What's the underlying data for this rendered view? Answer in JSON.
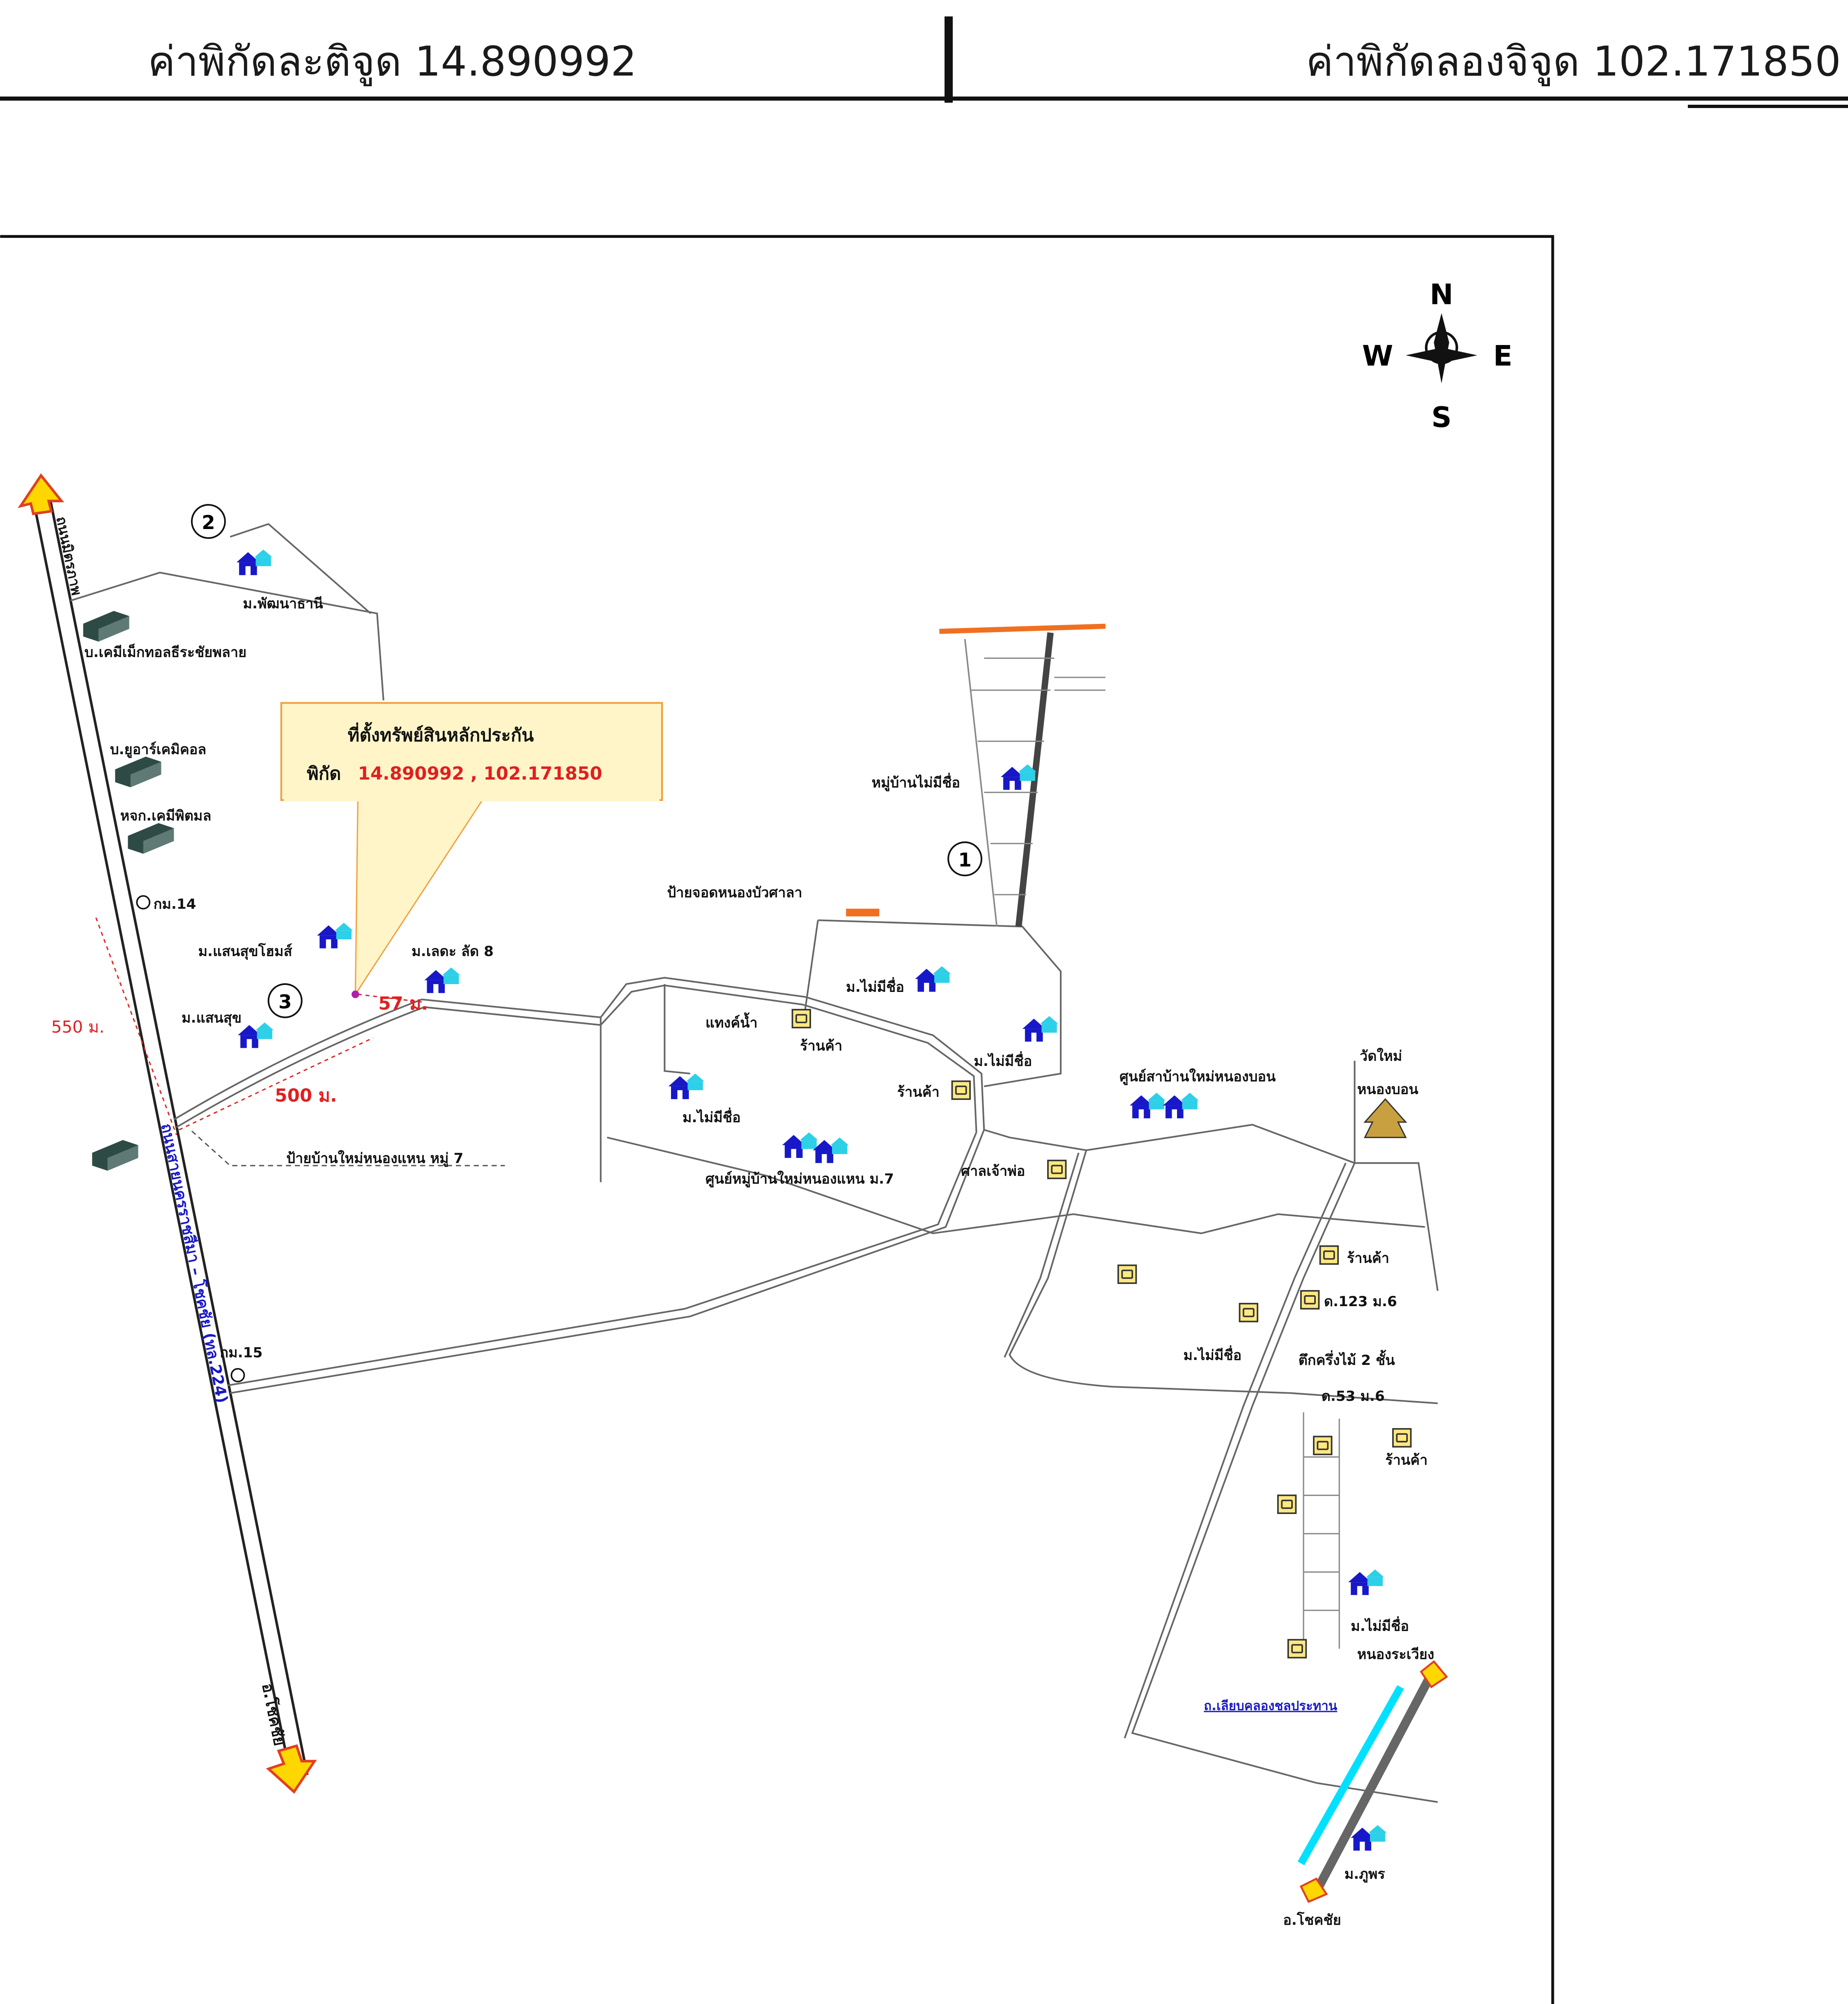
{
  "header": {
    "latitude_label": "ค่าพิกัดละติจูด 14.890992",
    "longitude_label": "ค่าพิกัดลองจิจูด 102.171850"
  },
  "map": {
    "compass": {
      "n": "N",
      "s": "S",
      "e": "E",
      "w": "W"
    },
    "callout": {
      "title": "ที่ตั้งทรัพย์สินหลักประกัน",
      "coord_prefix": "พิกัด",
      "coord_value": "14.890992 , 102.171850"
    },
    "markers": [
      "1",
      "2",
      "3"
    ],
    "distances": {
      "d550": "550 ม.",
      "d500": "500 ม.",
      "d57": "57 ม."
    },
    "highway_top_label": "ถนนมิตรภาพ",
    "highway_main_label": "ถนนสายนครราชสีมา – โชคชัย (ทล.224)",
    "highway_bottom_label": "อ.โชคชัย",
    "labels": {
      "village_pattana": "ม.พัฒนาธานี",
      "company_chem": "บ.เคมีเม็กทอลธีระชัยพลาย",
      "company_star": "บ.ยูอาร์เคมิคอล",
      "company_chem2": "หจก.เคมีพิตมล",
      "km14": "กม.14",
      "km15": "กม.15",
      "village_saensuk_home": "ม.แสนสุขโฮมส์",
      "village_saensuk": "ม.แสนสุข",
      "village_lade": "ม.เลดะ ลัด 8",
      "village_sign": "ป้ายบ้านใหม่หนองแหน หมู่ 7",
      "village_noname_n": "หมู่บ้านไม่มีชื่อ",
      "village_noname1": "ม.ไม่มีชื่อ",
      "village_noname2": "ม.ไม่มีชื่อ",
      "village_noname3": "ม.ไม่มีชื่อ",
      "village_noname4": "ม.ไม่มีชื่อ",
      "village_noname5": "ม.ไม่มีชื่อ",
      "bus_stop": "ป้ายจอดหนองบัวศาลา",
      "shop_a": "ร้านค้า",
      "shop_b": "ร้านค้า",
      "shop_c": "ร้านค้า",
      "shop_d": "ร้านค้า",
      "tank": "แทงค์น้ำ",
      "shrine": "ศาลเจ้าพ่อ",
      "health_center7": "ศูนย์หมู่บ้านใหม่หนองแหน ม.7",
      "health_center_nb": "ศูนย์สาบ้านใหม่หนองบอน",
      "temple": "วัดใหม่",
      "temple2": "หนองบอน",
      "house123": "ด.123 ม.6",
      "house_wood": "ตึกครึ่งไม้ 2 ชั้น",
      "house53": "ด.53 ม.6",
      "nong_rawiang": "หนองระเวียง",
      "canal": "ถ.เลียบคลองชลประทาน",
      "village_phuphon": "ม.ภูพร",
      "chokchai": "อ.โชคชัย"
    }
  },
  "colors": {
    "road": "#555555",
    "house": "#1818c8",
    "house_roof": "#2ed0e8",
    "dist_red": "#e02020",
    "callout_bg": "#fff5c8",
    "callout_border": "#f0a040",
    "arrow_fill": "#ffd700",
    "arrow_stroke": "#e04020",
    "orange": "#f07020",
    "shop_fill": "#ffe880",
    "canal": "#00e0ff",
    "blue_text": "#1818c8"
  }
}
